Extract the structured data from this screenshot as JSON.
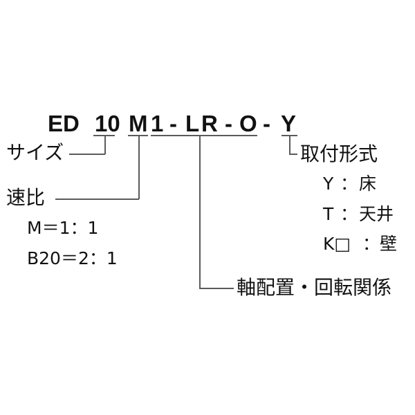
{
  "model_code": {
    "tokens": [
      "ED",
      "10",
      "M",
      "1",
      "-",
      "L",
      "R",
      "-",
      "O",
      "-",
      "Y"
    ]
  },
  "labels": {
    "size": "サイズ",
    "speed_ratio": "速比",
    "speed_ratio_options": [
      "M＝1：1",
      "B20＝2：1"
    ],
    "mounting": "取付形式",
    "mounting_options": [
      {
        "code": "Y",
        "sep": "：",
        "value": "床"
      },
      {
        "code": "T",
        "sep": "：",
        "value": "天井"
      },
      {
        "code": "K□",
        "sep": "：",
        "value": "壁"
      }
    ],
    "shaft": "軸配置・回転関係"
  },
  "colors": {
    "text": "#111111",
    "line": "#5a5a5a"
  }
}
